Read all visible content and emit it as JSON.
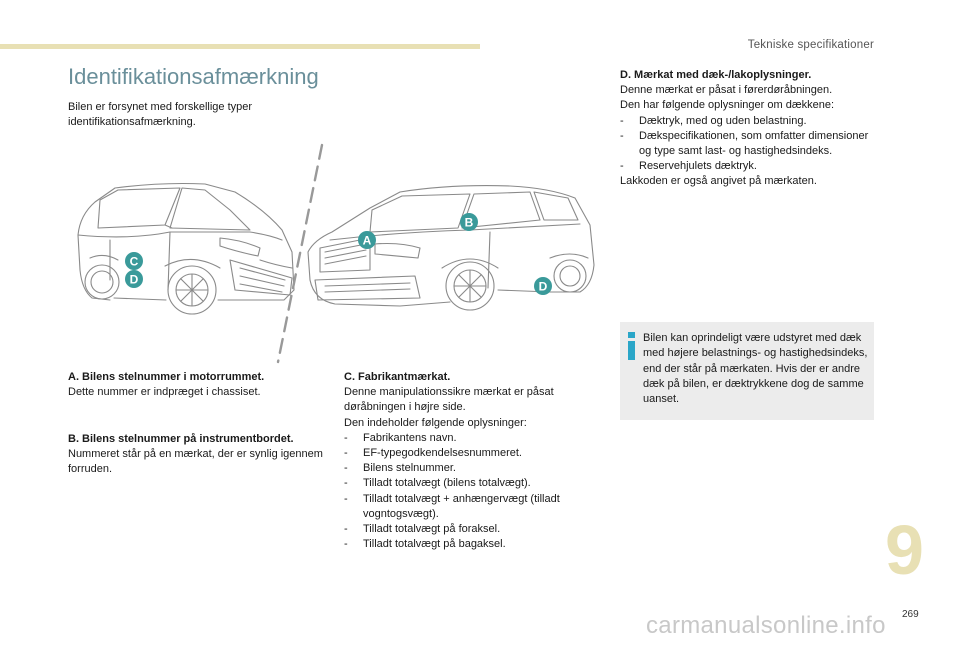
{
  "header": {
    "section": "Tekniske specifikationer"
  },
  "page": {
    "title": "Identifikationsafmærkning",
    "intro": "Bilen er forsynet med forskellige typer identifikationsafmærkning.",
    "chapter": "9",
    "number": "269"
  },
  "illustration": {
    "labels": {
      "A": "A",
      "B": "B",
      "C": "C",
      "D": "D"
    },
    "marker_color": "#3a9a9a"
  },
  "sections": {
    "a": {
      "heading": "A. Bilens stelnummer i motorrummet.",
      "lines": [
        "Dette nummer er indpræget i chassiset."
      ]
    },
    "b": {
      "heading": "B. Bilens stelnummer på instrumentbordet.",
      "lines": [
        "Nummeret står på en mærkat, der er synlig igennem forruden."
      ]
    },
    "c": {
      "heading": "C. Fabrikantmærkat.",
      "lines": [
        "Denne manipulationssikre mærkat er påsat døråbningen i højre side.",
        "Den indeholder følgende oplysninger:"
      ],
      "items": [
        "Fabrikantens navn.",
        "EF-typegodkendelsesnummeret.",
        "Bilens stelnummer.",
        "Tilladt totalvægt (bilens totalvægt).",
        "Tilladt totalvægt + anhængervægt (tilladt vogntogsvægt).",
        "Tilladt totalvægt på foraksel.",
        "Tilladt totalvægt på bagaksel."
      ]
    },
    "d": {
      "heading": "D. Mærkat med dæk-/lakoplysninger.",
      "lines": [
        "Denne mærkat er påsat i førerdøråbningen.",
        "Den har følgende oplysninger om dækkene:"
      ],
      "items": [
        "Dæktryk, med og uden belastning.",
        "Dækspecifikationen, som omfatter dimensioner og type samt last- og hastighedsindeks.",
        "Reservehjulets dæktryk."
      ],
      "footer": "Lakkoden er også angivet på mærkaten."
    }
  },
  "info_box": {
    "text": "Bilen kan oprindeligt være udstyret med dæk med højere belastnings- og hastighedsindeks, end der står på mærkaten. Hvis der er andre dæk på bilen, er dæktrykkene dog de samme uanset.",
    "icon_color": "#2aa6c8"
  },
  "watermark": "carmanualsonline.info"
}
